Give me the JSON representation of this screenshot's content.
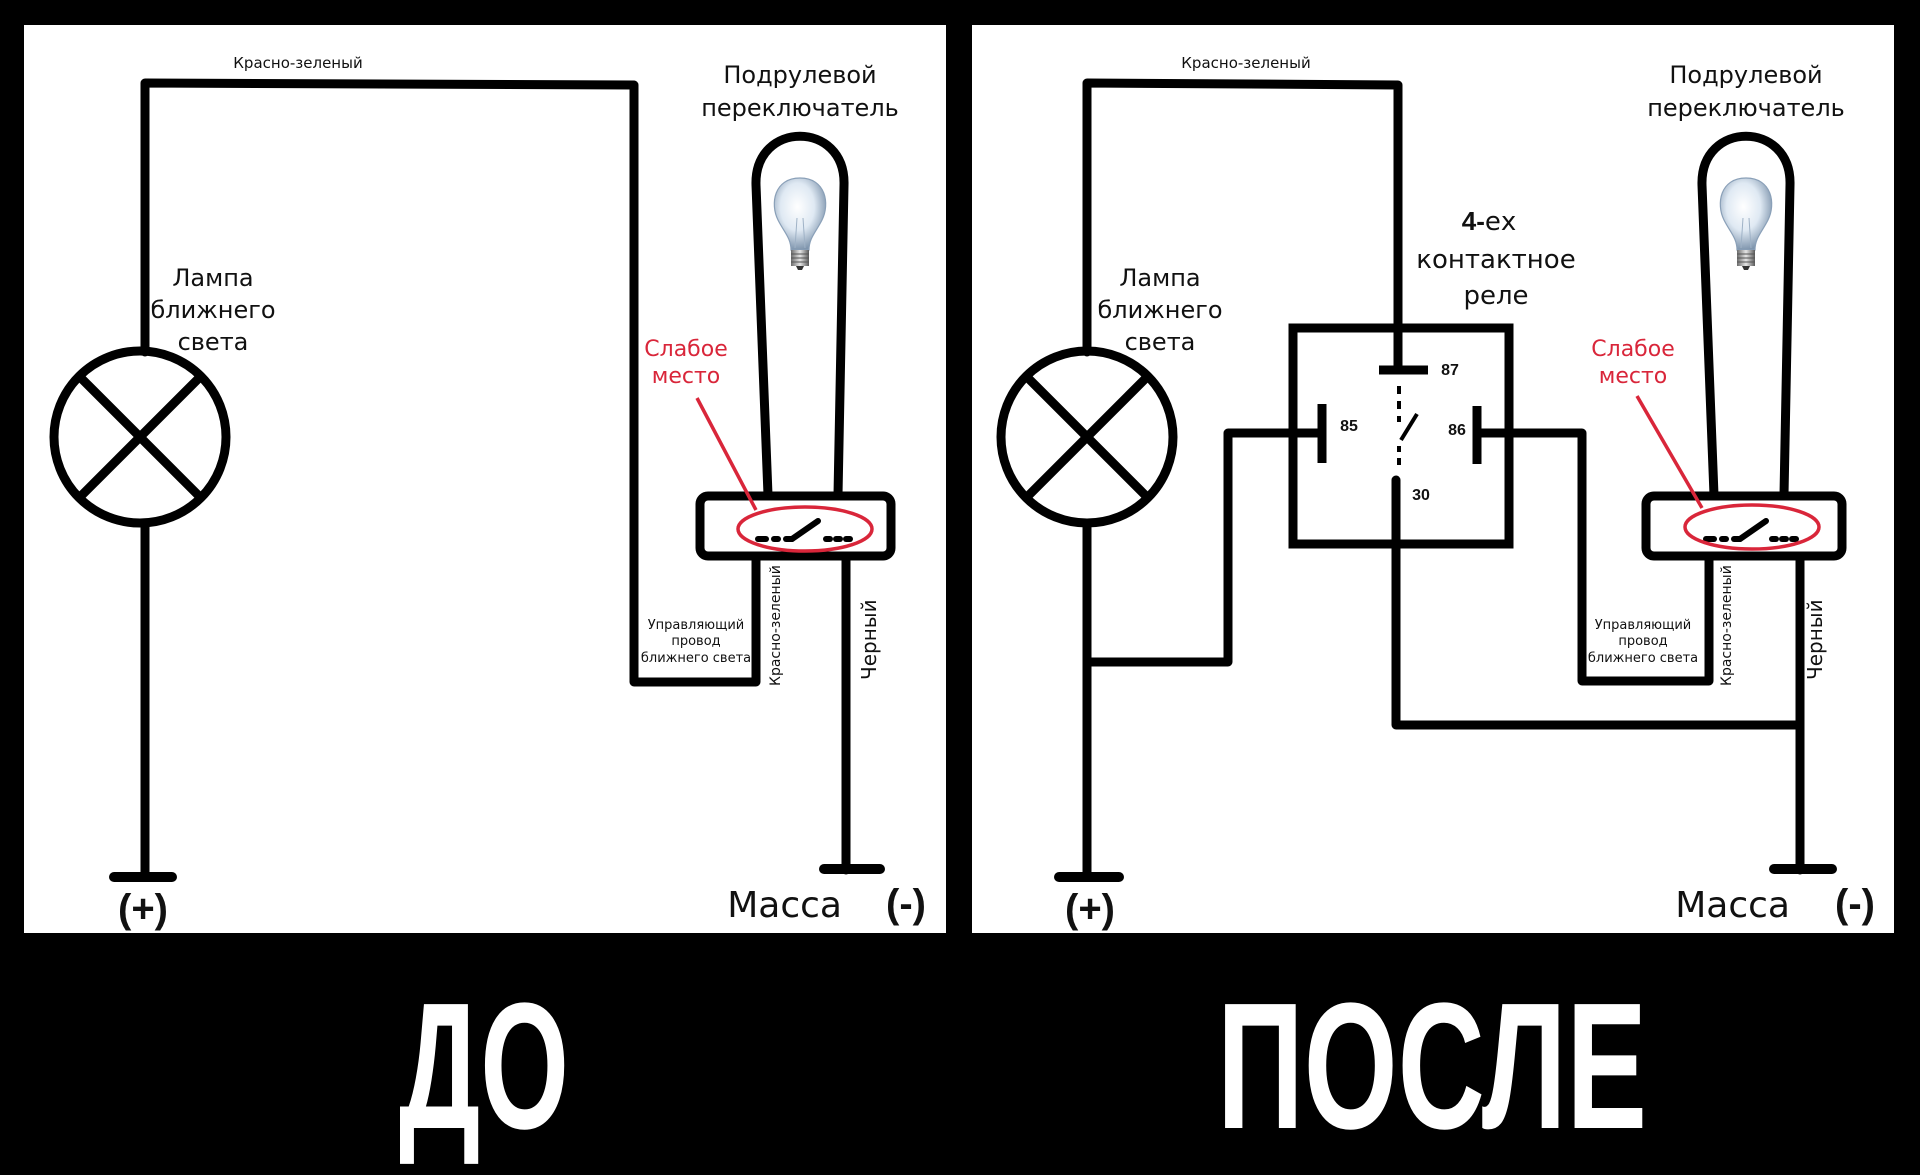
{
  "colors": {
    "background": "#000000",
    "panel": "#ffffff",
    "wire": "#000000",
    "highlight": "#d9263a",
    "caption": "#ffffff"
  },
  "before": {
    "caption": "ДО",
    "wire_top_label": "Красно-зеленый",
    "switch_title_line1": "Подрулевой",
    "switch_title_line2": "переключатель",
    "lamp_label_line1": "Лампа",
    "lamp_label_line2": "ближнего",
    "lamp_label_line3": "света",
    "weak_point_line1": "Слабое",
    "weak_point_line2": "место",
    "control_wire_line1": "Управляющий",
    "control_wire_line2": "провод",
    "control_wire_line3": "ближнего света",
    "leg_left_label": "Красно-зеленый",
    "leg_right_label": "Черный",
    "plus_label": "(+)",
    "ground_label": "Масса",
    "minus_label": "(-)",
    "bulb_icon": "light-bulb-icon",
    "lamp_icon": "lamp-symbol-icon"
  },
  "after": {
    "caption": "ПОСЛЕ",
    "wire_top_label": "Красно-зеленый",
    "switch_title_line1": "Подрулевой",
    "switch_title_line2": "переключатель",
    "lamp_label_line1": "Лампа",
    "lamp_label_line2": "ближнего",
    "lamp_label_line3": "света",
    "weak_point_line1": "Слабое",
    "weak_point_line2": "место",
    "control_wire_line1": "Управляющий",
    "control_wire_line2": "провод",
    "control_wire_line3": "ближнего света",
    "leg_left_label": "Красно-зеленый",
    "leg_right_label": "Черный",
    "plus_label": "(+)",
    "ground_label": "Масса",
    "minus_label": "(-)",
    "relay_title_bold": "4-",
    "relay_title_rest": "ех",
    "relay_title_line2": "контактное",
    "relay_title_line3": "реле",
    "relay_pins": {
      "p87": "87",
      "p85": "85",
      "p86": "86",
      "p30": "30"
    },
    "bulb_icon": "light-bulb-icon",
    "lamp_icon": "lamp-symbol-icon"
  }
}
